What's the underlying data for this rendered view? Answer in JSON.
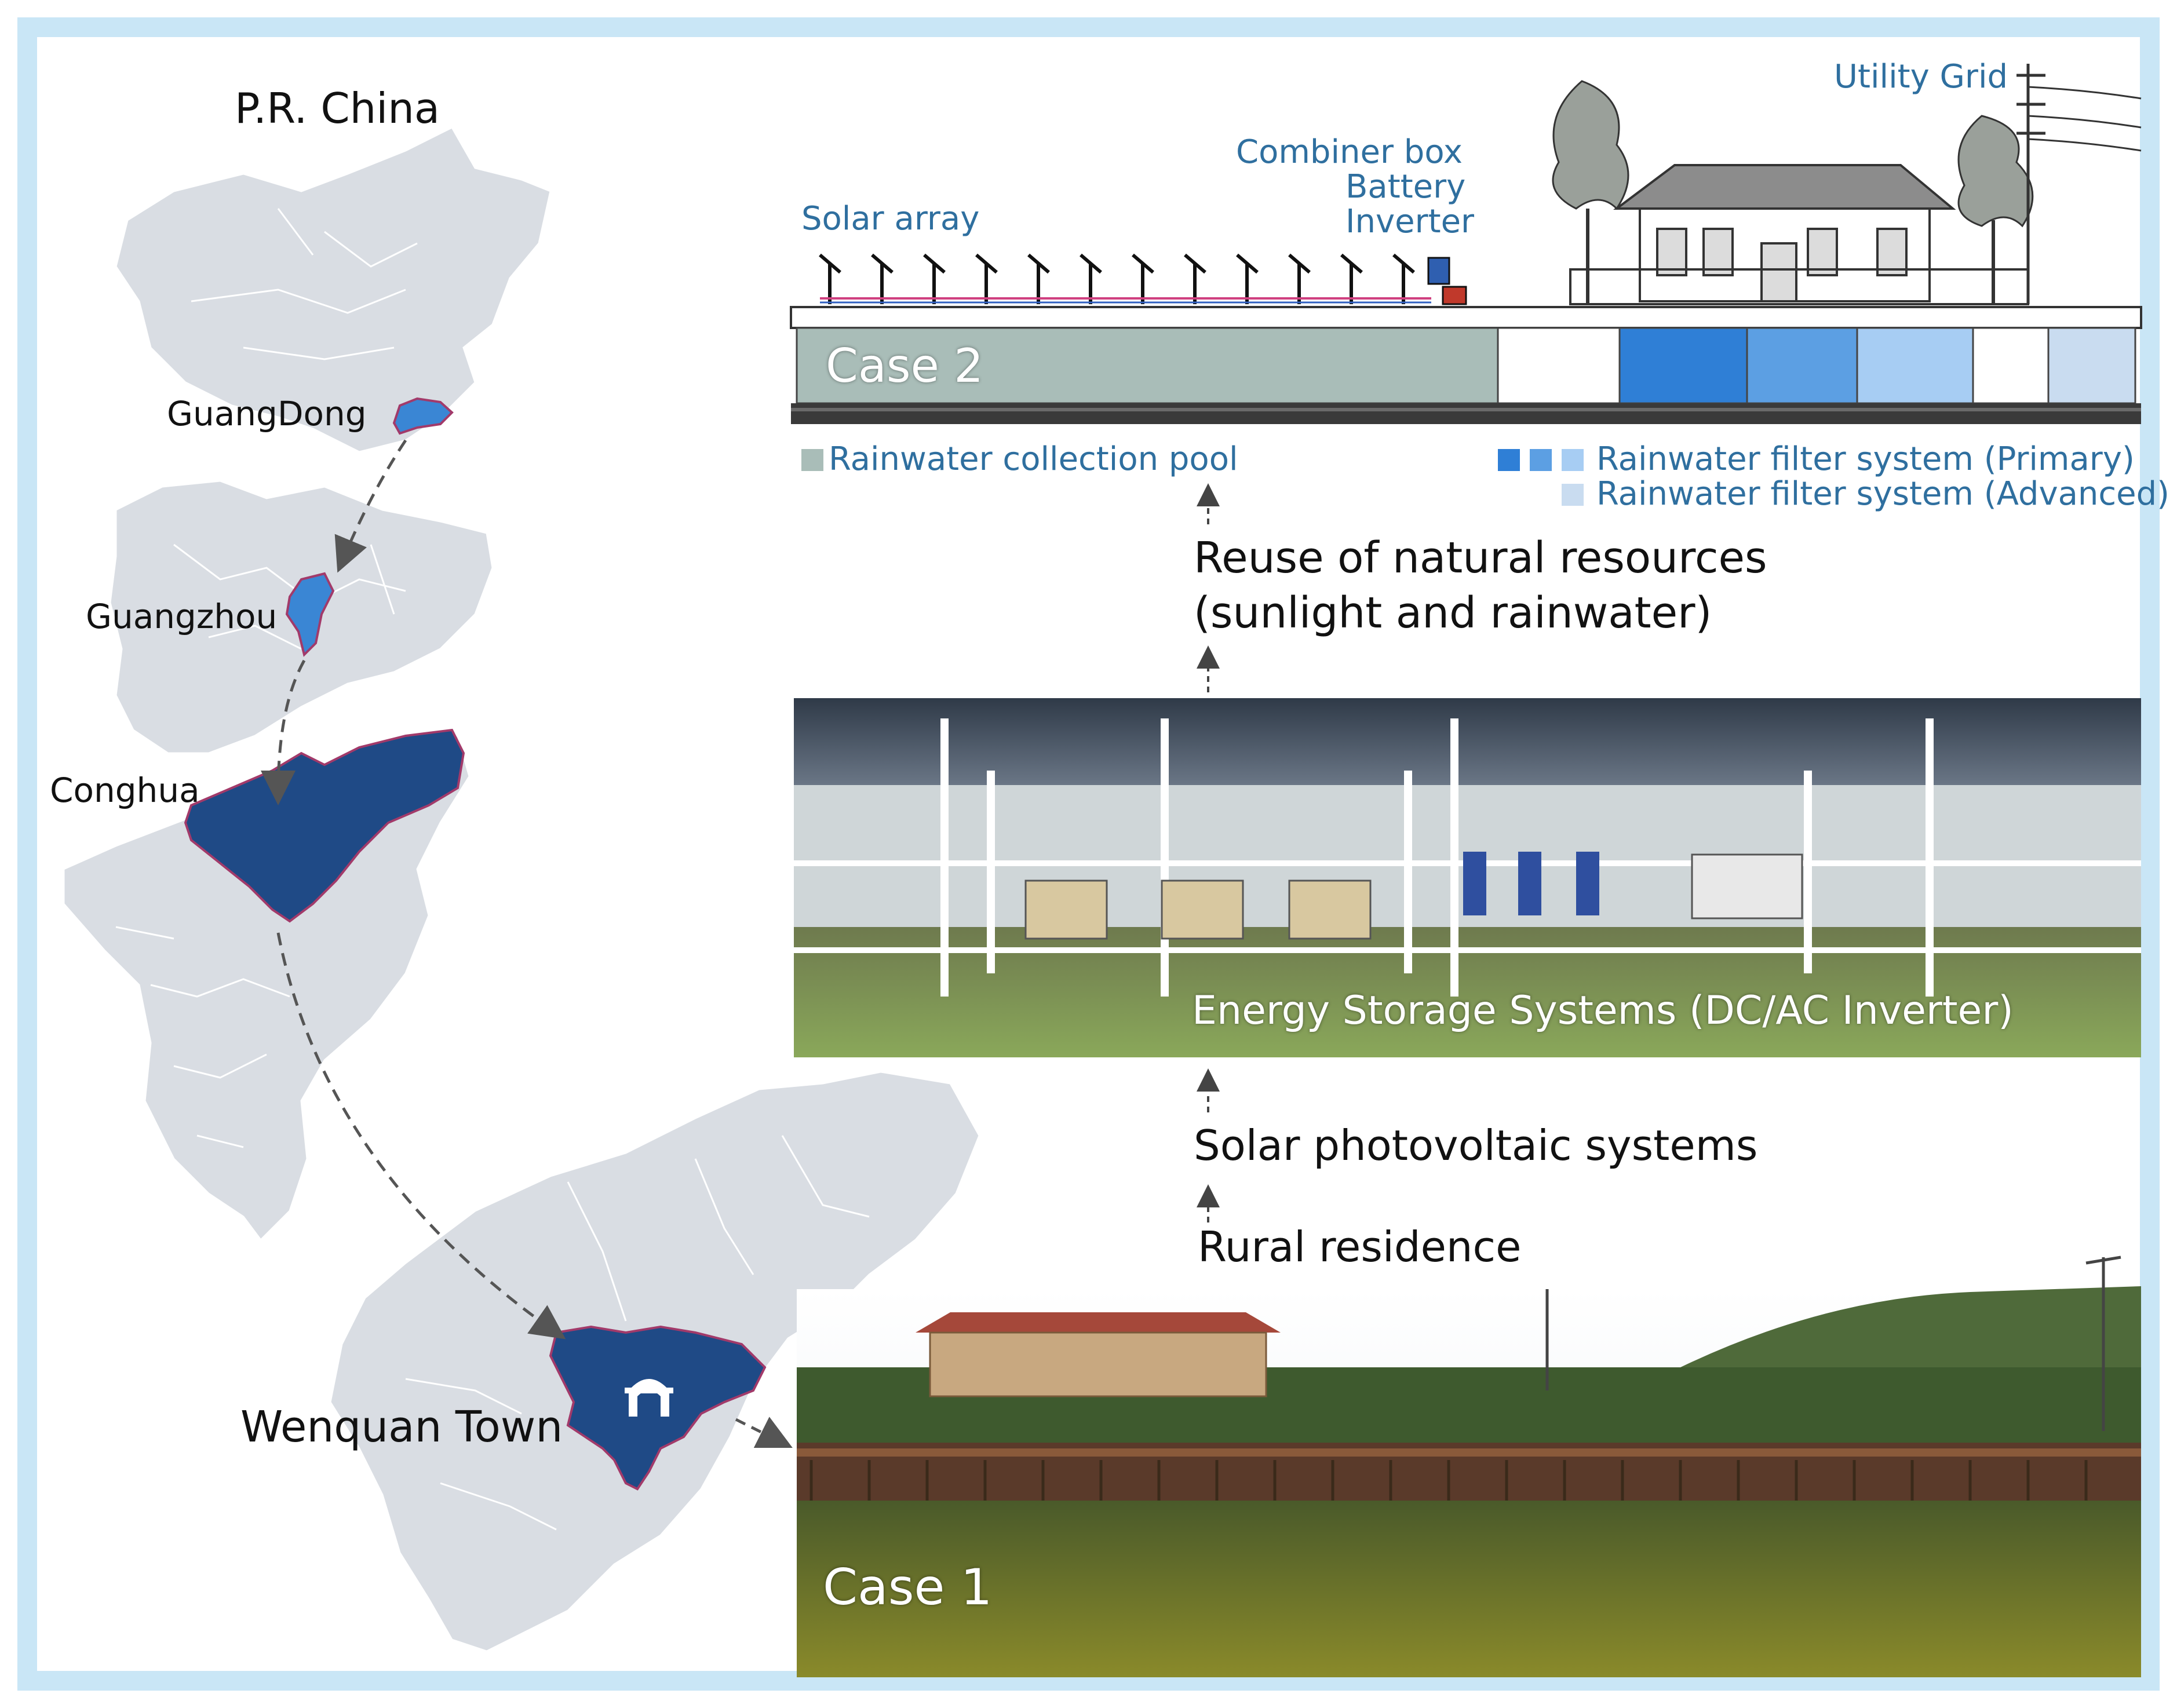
{
  "map": {
    "country_label": "P.R. China",
    "province_label": "GuangDong",
    "city_label": "Guangzhou",
    "district_label": "Conghua",
    "town_label": "Wenquan Town"
  },
  "case2_diagram": {
    "case_label": "Case 2",
    "solar_array_label": "Solar array",
    "combiner_label": "Combiner box",
    "battery_label": "Battery",
    "inverter_label": "Inverter",
    "grid_label": "Utility Grid",
    "legend": {
      "pool_label": "Rainwater collection pool",
      "primary_label": "Rainwater filter system (Primary)",
      "advanced_label": "Rainwater filter system (Advanced)"
    }
  },
  "flow": {
    "reuse_line1": "Reuse of natural resources",
    "reuse_line2": "(sunlight and rainwater)",
    "pv_label": "Solar photovoltaic systems",
    "residence_label": "Rural residence"
  },
  "photos": {
    "storage_caption": "Energy Storage Systems (DC/AC Inverter)",
    "case1_label": "Case 1"
  },
  "colors": {
    "frame": "#c9e6f6",
    "map_gray": "#d9dde3",
    "highlight_light": "#3a86d4",
    "highlight_dark": "#1f4a86",
    "pool": "#a9bdb8",
    "filter_dark": "#2f7fd6",
    "filter_mid": "#5c9fe3",
    "filter_light": "#a7cdf3",
    "filter_advanced": "#c9dcf0",
    "label_blue": "#2f6f9f"
  }
}
